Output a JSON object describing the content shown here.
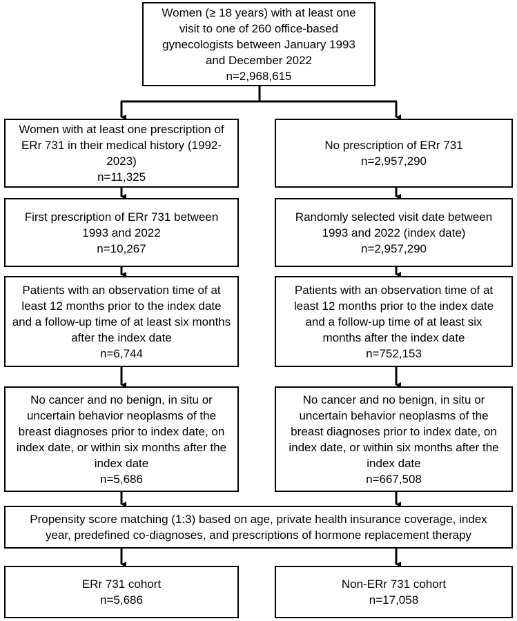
{
  "top": {
    "lines": [
      "Women (≥ 18 years) with at least one",
      "visit to one of 260 office-based",
      "gynecologists between January 1993",
      "and December 2022",
      "n=2,968,615"
    ]
  },
  "left": [
    {
      "lines": [
        "Women with at least one prescription of",
        "ERr 731 in their medical history (1992-",
        "2023)",
        "n=11,325"
      ]
    },
    {
      "lines": [
        "First prescription of ERr 731 between",
        "1993 and 2022",
        "n=10,267"
      ]
    },
    {
      "lines": [
        "Patients with an observation time of at",
        "least 12 months prior to the index date",
        "and a follow-up time of at least six months",
        "after the index date",
        "n=6,744"
      ]
    },
    {
      "lines": [
        "No cancer and no benign, in situ or",
        "uncertain behavior neoplasms of the",
        "breast diagnoses prior to index date, on",
        "index date, or within six months after the",
        "index date",
        "n=5,686"
      ]
    }
  ],
  "right": [
    {
      "lines": [
        "No prescription of ERr 731",
        "n=2,957,290"
      ]
    },
    {
      "lines": [
        "Randomly selected visit date between",
        "1993 and 2022 (index date)",
        "n=2,957,290"
      ]
    },
    {
      "lines": [
        "Patients with an observation time of at",
        "least 12 months prior to the index date",
        "and a follow-up time of at least six",
        "months after the index date",
        "n=752,153"
      ]
    },
    {
      "lines": [
        "No cancer and no benign, in situ or",
        "uncertain behavior neoplasms of the",
        "breast diagnoses prior to index date, on",
        "index date, or within six months after the",
        "index date",
        "n=667,508"
      ]
    }
  ],
  "matching": {
    "lines": [
      "Propensity score matching (1:3) based on age, private health insurance coverage, index",
      "year, predefined co-diagnoses, and prescriptions of hormone replacement therapy"
    ]
  },
  "cohorts": {
    "left": {
      "lines": [
        "ERr 731 cohort",
        "n=5,686"
      ]
    },
    "right": {
      "lines": [
        "Non-ERr 731 cohort",
        "n=17,058"
      ]
    }
  }
}
